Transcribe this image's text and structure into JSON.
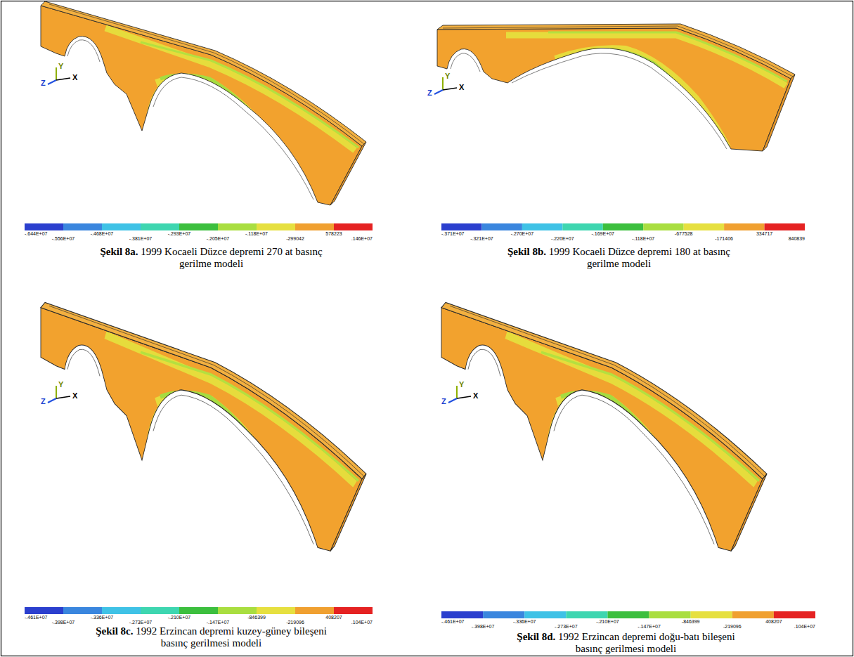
{
  "diagram": {
    "labels": [
      "Y",
      "Z",
      "X",
      "-.644E+07",
      "-.556E+07",
      "-.468E+07",
      "-.381E+07",
      "-.293E+07",
      "-.205E+07",
      "-.118E+07",
      "-299042",
      "578223",
      ".146E+07",
      "Şekil 8a.",
      "1999 Kocaeli Düzce depremi 270 at basınç gerilme modeli",
      "Y",
      "Z",
      "X",
      "-.371E+07",
      "-.321E+07",
      "-.270E+07",
      "-.220E+07",
      "-.169E+07",
      "-.118E+07",
      "-677528",
      "-171406",
      "334717",
      "840839",
      "Şekil 8b.",
      "1999 Kocaeli Düzce depremi 180 at basınç gerilme modeli",
      "Y",
      "Z",
      "X",
      "-.461E+07",
      "-.398E+07",
      "-.336E+07",
      "-.273E+07",
      "-.210E+07",
      "-.147E+07",
      "-846399",
      "-219096",
      "408207",
      ".104E+07",
      "Şekil 8c.",
      "1992 Erzincan depremi kuzey-güney bileşeni basınç gerilmesi modeli",
      "Y",
      "Z",
      "X",
      "-.461E+07",
      "-.398E+07",
      "-.336E+07",
      "-.273E+07",
      "-.210E+07",
      "-.147E+07",
      "-846399",
      "-219096",
      "408207",
      ".104E+07",
      "Şekil 8d.",
      "1992 Erzincan depremi doğu-batı bileşeni basınç gerilmesi modeli"
    ]
  }
}
